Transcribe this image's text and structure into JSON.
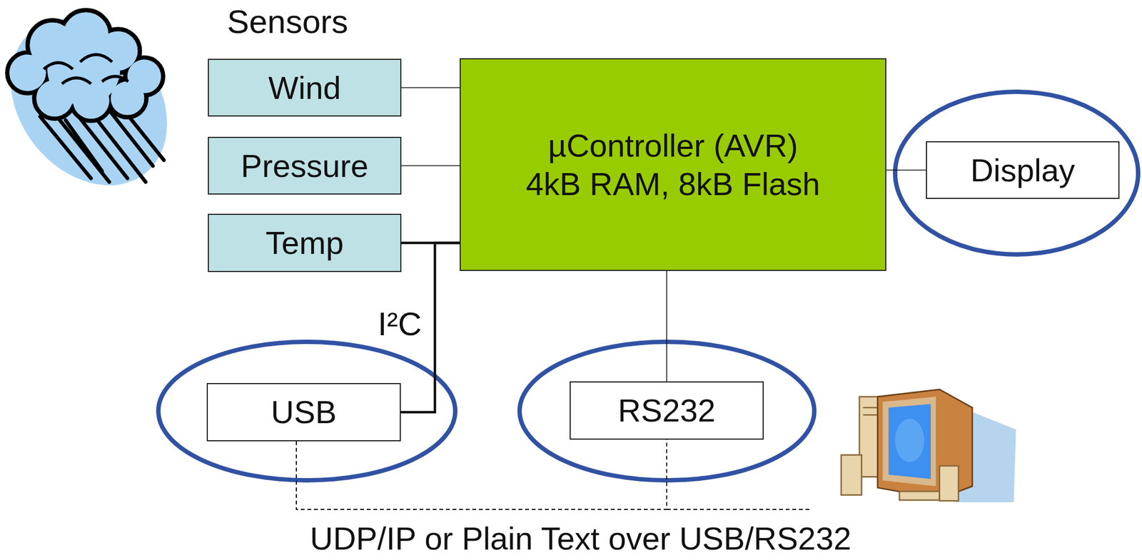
{
  "diagram": {
    "nodes": [
      {
        "text": [
          "Wind"
        ]
      },
      {
        "text": [
          "Pressure"
        ]
      },
      {
        "text": [
          "Temp"
        ]
      },
      {
        "text": [
          "µController (AVR)",
          "4kB RAM, 8kB Flash"
        ]
      },
      {
        "text": [
          "Display"
        ]
      },
      {
        "text": [
          "USB"
        ]
      },
      {
        "text": [
          "RS232"
        ]
      }
    ],
    "edges": [
      {
        "from": 0,
        "to": 3,
        "arrow": "none"
      },
      {
        "from": 1,
        "to": 3,
        "arrow": "none"
      },
      {
        "from": 2,
        "to": 3,
        "arrow": "none"
      },
      {
        "from": 5,
        "to": 3,
        "arrow": "none"
      },
      {
        "from": 3,
        "to": 4,
        "arrow": "none"
      },
      {
        "from": 3,
        "to": 6,
        "arrow": "none"
      },
      {
        "from": 5,
        "to": 6,
        "arrow": "none"
      }
    ],
    "labels": [
      "Sensors",
      "I²C",
      "UDP/IP or Plain Text over USB/RS232"
    ]
  }
}
